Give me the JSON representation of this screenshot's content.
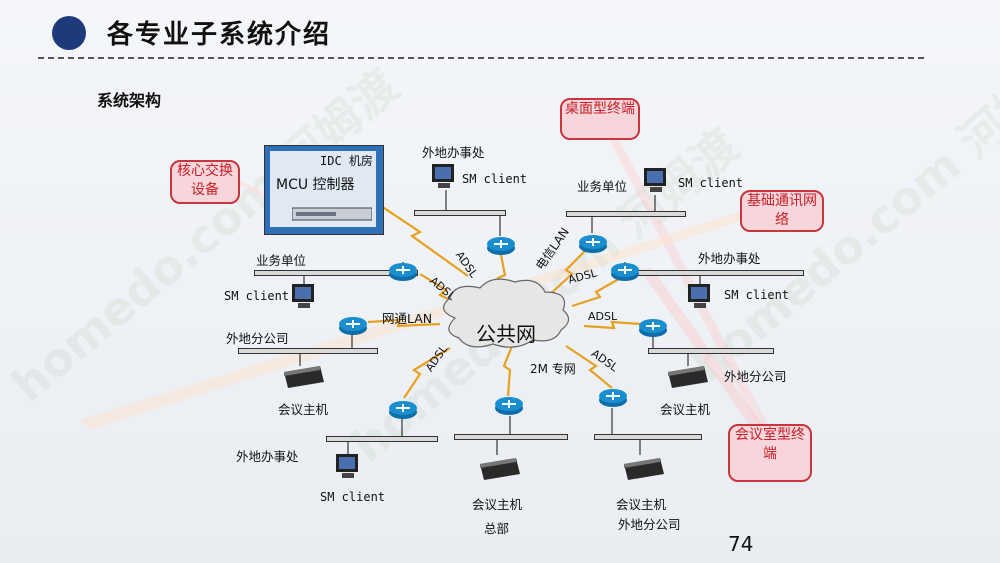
{
  "slide": {
    "title": "各专业子系统介绍",
    "subtitle": "系统架构",
    "page_number": "74"
  },
  "diagram": {
    "cloud_label": "公共网",
    "idc_label": "IDC 机房",
    "mcu_label": "MCU 控制器",
    "nodes": {
      "remote_office_top": "外地办事处",
      "sm_client_top": "SM client",
      "business_unit_right": "业务单位",
      "sm_client_right_top": "SM client",
      "business_unit_left": "业务单位",
      "sm_client_left": "SM client",
      "remote_office_right": "外地办事处",
      "sm_client_right": "SM client",
      "branch_left": "外地分公司",
      "conf_host_left": "会议主机",
      "branch_right": "外地分公司",
      "conf_host_right": "会议主机",
      "remote_office_bottom": "外地办事处",
      "sm_client_bottom": "SM client",
      "conf_host_hq": "会议主机",
      "hq": "总部",
      "conf_host_branch": "会议主机",
      "branch_bottom": "外地分公司"
    },
    "links": {
      "adsl_1": "ADSL",
      "adsl_2": "ADSL",
      "adsl_3": "ADSL",
      "adsl_4": "ADSL",
      "adsl_5": "ADSL",
      "adsl_6": "ADSL",
      "telecom_lan": "电信LAN",
      "netcom_lan": "网通LAN",
      "private_2m": "2M 专网"
    },
    "callouts": {
      "core_switch": "核心交换设备",
      "desktop_terminal": "桌面型终端",
      "basic_network": "基础通讯网络",
      "room_terminal": "会议室型终端"
    }
  },
  "watermark": "homedo.com 河姆渡",
  "colors": {
    "accent": "#1e3a7a",
    "callout_border": "#c8363e",
    "callout_fill": "#f6d6da",
    "router": "#1a8fd0"
  }
}
